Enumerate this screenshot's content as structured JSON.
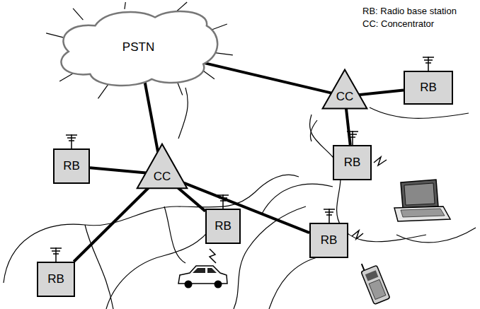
{
  "diagram": {
    "nodes": [
      {
        "text": [
          "PSTN"
        ]
      },
      {
        "text": [
          "CC"
        ]
      },
      {
        "text": [
          "RB"
        ]
      },
      {
        "text": [
          "RB"
        ]
      },
      {
        "text": [
          "RB"
        ]
      },
      {
        "text": [
          "CC"
        ]
      },
      {
        "text": [
          "RB"
        ]
      },
      {
        "text": [
          "RB"
        ]
      },
      {
        "text": [
          "RB"
        ]
      }
    ],
    "edges": [
      {
        "from": 0,
        "to": 1,
        "arrow": "none"
      },
      {
        "from": 1,
        "to": 2,
        "arrow": "none"
      },
      {
        "from": 1,
        "to": 3,
        "arrow": "none"
      },
      {
        "from": 0,
        "to": 5,
        "arrow": "none"
      },
      {
        "from": 5,
        "to": 4,
        "arrow": "none"
      },
      {
        "from": 5,
        "to": 6,
        "arrow": "none"
      },
      {
        "from": 5,
        "to": 7,
        "arrow": "none"
      },
      {
        "from": 5,
        "to": 8,
        "arrow": "none"
      }
    ],
    "labels": [
      "RB: Radio base station",
      "CC: Concentrator"
    ]
  }
}
